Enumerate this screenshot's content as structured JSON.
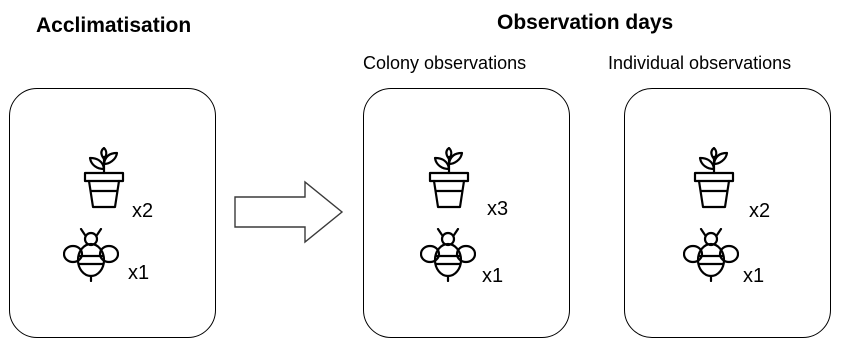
{
  "headings": {
    "acclimatisation": "Acclimatisation",
    "observation_days": "Observation days"
  },
  "subheadings": {
    "colony": "Colony observations",
    "individual": "Individual observations"
  },
  "panels": {
    "acclimatisation": {
      "plant_count": "x2",
      "bee_count": "x1"
    },
    "colony": {
      "plant_count": "x3",
      "bee_count": "x1"
    },
    "individual": {
      "plant_count": "x2",
      "bee_count": "x1"
    }
  },
  "icons": {
    "plant": "potted-plant-icon",
    "bee": "bee-icon",
    "arrow": "right-arrow-icon"
  }
}
